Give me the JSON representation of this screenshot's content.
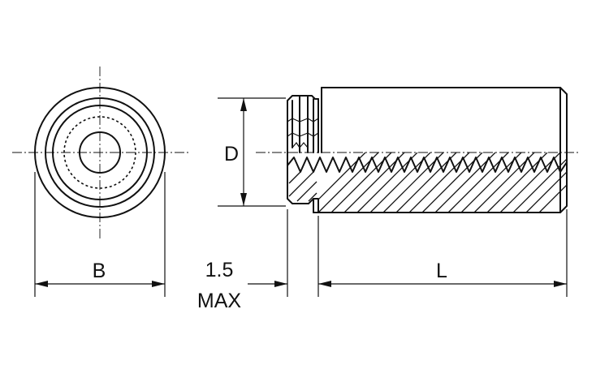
{
  "dimensions": {
    "outer_diameter": "B",
    "pilot_diameter": "D",
    "length": "L",
    "head_max_value": "1.5",
    "head_max_unit": "MAX"
  }
}
